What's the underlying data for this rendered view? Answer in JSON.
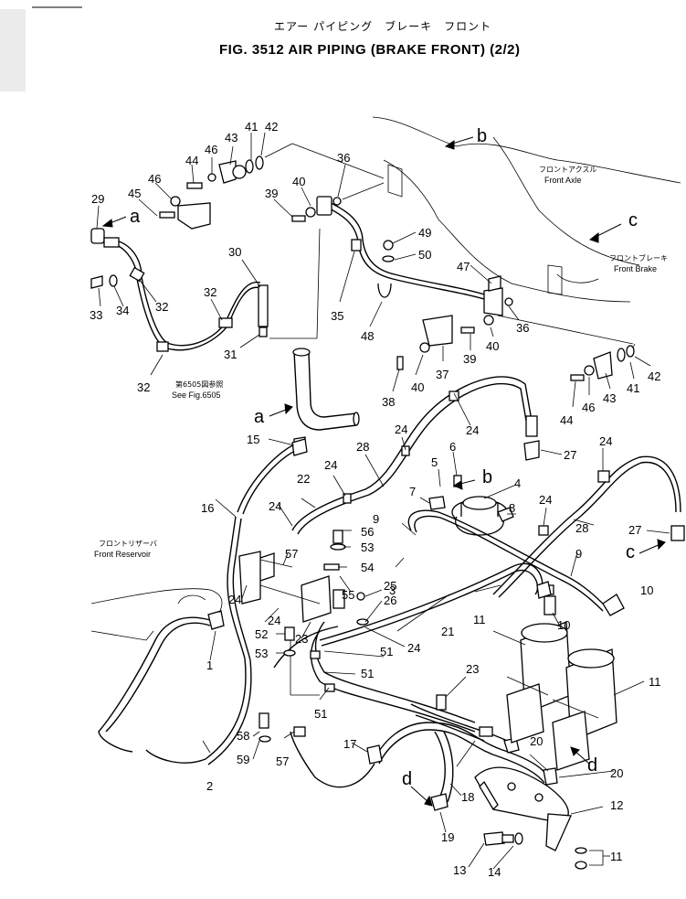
{
  "header": {
    "title_jp": "エアー パイピング　ブレーキ　フロント",
    "title_en": "FIG. 3512  AIR PIPING (BRAKE FRONT) (2/2)"
  },
  "annotations": {
    "front_axle_jp": "フロントアクスル",
    "front_axle_en": "Front Axle",
    "front_brake_jp": "フロントブレーキ",
    "front_brake_en": "Front Brake",
    "front_reservoir_jp": "フロントリザーバ",
    "front_reservoir_en": "Front Reservoir",
    "see_fig_jp": "第6505図参照",
    "see_fig_en": "See Fig.6505"
  },
  "letters": [
    "a",
    "b",
    "c",
    "d"
  ],
  "part_numbers": [
    "1",
    "2",
    "3",
    "4",
    "5",
    "6",
    "7",
    "8",
    "9",
    "10",
    "11",
    "12",
    "13",
    "14",
    "15",
    "16",
    "17",
    "18",
    "19",
    "20",
    "21",
    "22",
    "23",
    "24",
    "25",
    "26",
    "27",
    "28",
    "29",
    "30",
    "31",
    "32",
    "33",
    "34",
    "35",
    "36",
    "37",
    "38",
    "39",
    "40",
    "41",
    "42",
    "43",
    "44",
    "45",
    "46",
    "47",
    "48",
    "49",
    "50",
    "51",
    "52",
    "53",
    "54",
    "55",
    "56",
    "57",
    "58",
    "59"
  ]
}
